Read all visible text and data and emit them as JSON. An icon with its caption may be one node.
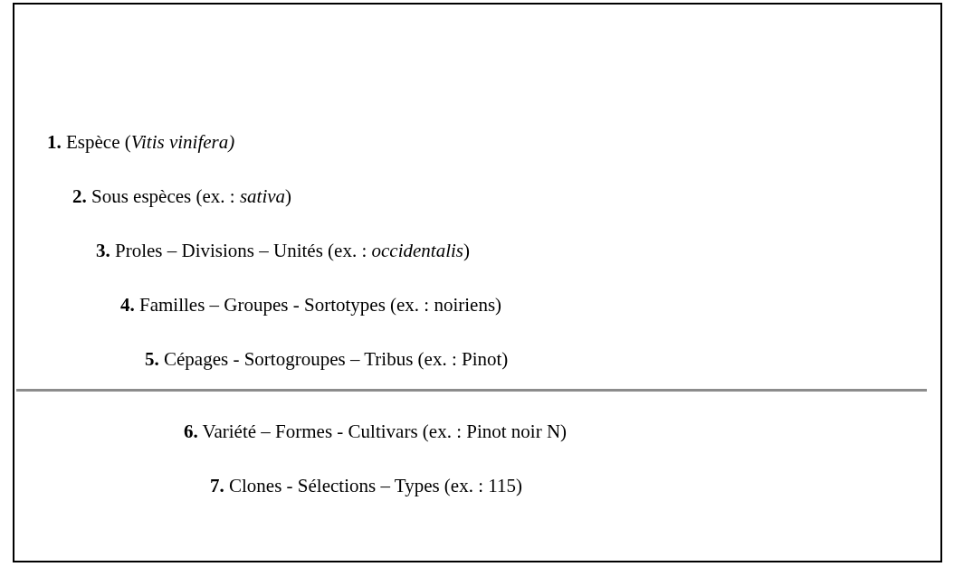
{
  "diagram": {
    "labels": [
      "**1.** Espèce (*Vitis vinifera)*",
      "**2.** Sous espèces (ex. : *sativa*)",
      "**3.** Proles – Divisions – Unités (ex. : *occidentalis*)",
      "**4.** Familles – Groupes - Sortotypes (ex. : noiriens)",
      "**5.** Cépages - Sortogroupes – Tribus (ex. : Pinot)",
      "**6.** Variété – Formes - Cultivars (ex. : Pinot noir N)",
      "**7.** Clones - Sélections – Types (ex. : 115)"
    ]
  }
}
